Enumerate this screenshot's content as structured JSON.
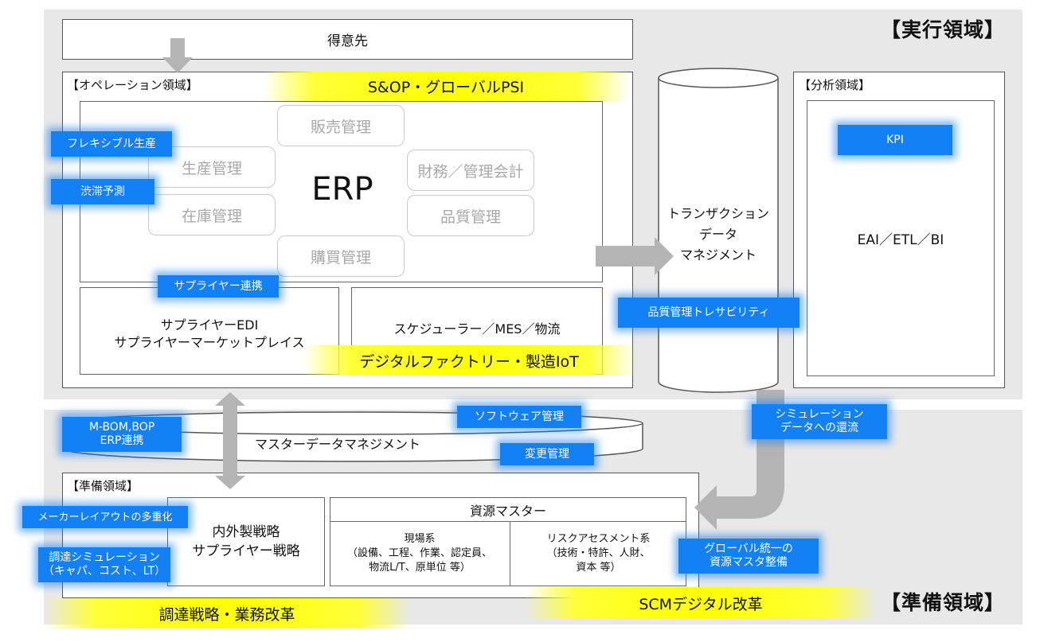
{
  "labels": {
    "execution_domain": "【実行領域】",
    "preparation_domain_outer": "【準備領域】",
    "customer": "得意先",
    "operation_domain": "【オペレーション領域】",
    "sop_psi": "S&OP・グローバルPSI",
    "erp": "ERP",
    "sales_mgmt": "販売管理",
    "production_mgmt": "生産管理",
    "inventory_mgmt": "在庫管理",
    "purchasing_mgmt": "購買管理",
    "finance_mgmt": "財務／管理会計",
    "quality_mgmt": "品質管理",
    "supplier_edi_line1": "サプライヤーEDI",
    "supplier_edi_line2": "サプライヤーマーケットプレイス",
    "scheduler": "スケジューラー／MES／物流",
    "digital_factory": "デジタルファクトリー・製造IoT",
    "transaction_line1": "トランザクション",
    "transaction_line2": "データ",
    "transaction_line3": "マネジメント",
    "analysis_domain": "【分析領域】",
    "eai": "EAI／ETL／BI",
    "master_data": "マスターデータマネジメント",
    "prep_domain_inner": "【準備領域】",
    "inhouse_line1": "内外製戦略",
    "inhouse_line2": "サプライヤー戦略",
    "resource_master": "資源マスター",
    "field_title": "現場系",
    "field_line1": "（設備、工程、作業、認定員、",
    "field_line2": "物流L/T、原単位 等）",
    "risk_title": "リスクアセスメント系",
    "risk_line1": "（技術・特許、人財、",
    "risk_line2": "資本 等）",
    "procurement_reform": "調達戦略・業務改革",
    "scm_reform": "SCMデジタル改革"
  },
  "tags": {
    "flexible": "フレキシブル生産",
    "congestion": "渋滞予測",
    "supplier_link": "サプライヤー連携",
    "kpi": "KPI",
    "quality_trace": "品質管理トレサビリティ",
    "mbom_line1": "M-BOM,BOP",
    "mbom_line2": "ERP連携",
    "software": "ソフトウェア管理",
    "change": "変更管理",
    "simulation_line1": "シミュレーション",
    "simulation_line2": "データへの還流",
    "maker_layout": "メーカーレイアウトの多重化",
    "procure_sim_line1": "調達シミュレーション",
    "procure_sim_line2": "（キャパ、コスト、LT）",
    "global_master_line1": "グローバル統一の",
    "global_master_line2": "資源マスタ整備"
  },
  "colors": {
    "tag_blue": "#1480f5",
    "highlight_yellow": "#ffff00",
    "band_gray": "#e8e8e8",
    "arrow_gray": "#b4b4b4"
  }
}
